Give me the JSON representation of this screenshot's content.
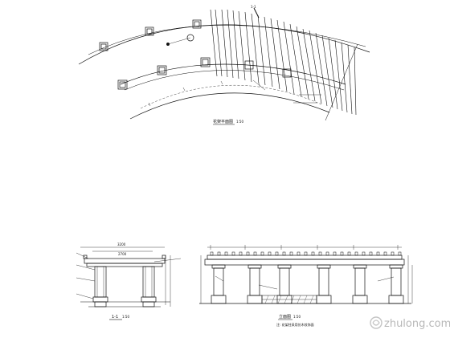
{
  "plan": {
    "title": "花架平面图",
    "scale": "1:50",
    "section_mark": "1-1"
  },
  "section": {
    "title": "1-1",
    "scale": "1:50",
    "dim_top": "3200",
    "dim_inner": "2700"
  },
  "elevation": {
    "title": "立面图",
    "scale": "1:50",
    "note": "注: 花架柱采用仿木纹饰面"
  },
  "watermark": {
    "text": "zhulong.com",
    "icon": "zhulong-logo-icon"
  }
}
